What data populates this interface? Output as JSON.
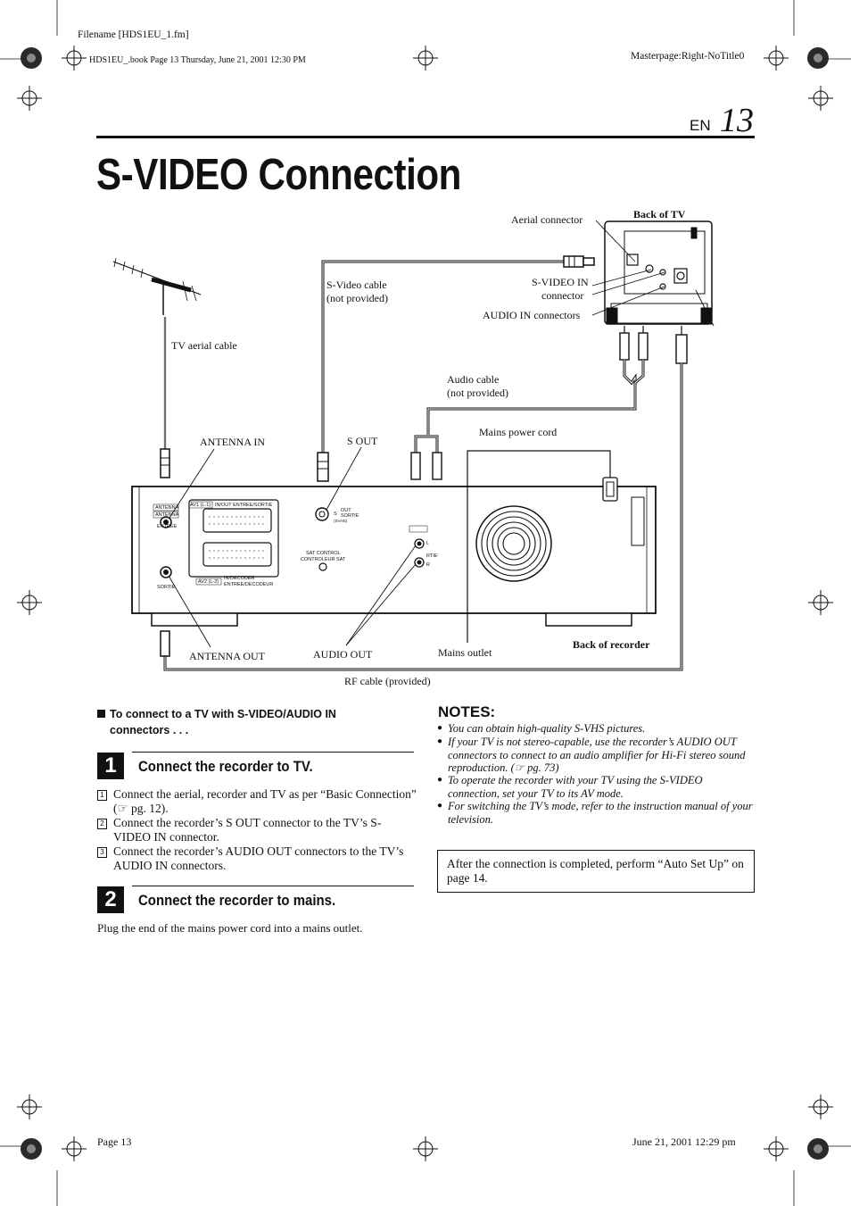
{
  "header": {
    "filename": "Filename [HDS1EU_1.fm]",
    "book_line": "HDS1EU_.book  Page 13  Thursday, June 21, 2001  12:30 PM",
    "masterpage": "Masterpage:Right-NoTitle0"
  },
  "page": {
    "lang": "EN",
    "number": "13",
    "title": "S-VIDEO Connection"
  },
  "diagram": {
    "labels": {
      "aerial_connector": "Aerial connector",
      "back_of_tv": "Back of TV",
      "svideo_cable_1": "S-Video cable",
      "svideo_cable_2": "(not provided)",
      "svideo_in_1": "S-VIDEO IN",
      "svideo_in_2": "connector",
      "audio_in": "AUDIO IN connectors",
      "tv_aerial_cable": "TV aerial cable",
      "audio_cable_1": "Audio cable",
      "audio_cable_2": "(not provided)",
      "antenna_in": "ANTENNA IN",
      "s_out": "S OUT",
      "mains_power_cord": "Mains power cord",
      "antenna_out": "ANTENNA OUT",
      "audio_out": "AUDIO OUT",
      "mains_outlet": "Mains outlet",
      "back_of_recorder": "Back of recorder",
      "rf_cable": "RF cable (provided)"
    },
    "panel": {
      "antenna": "ANTENNA",
      "entree": "ENTREE",
      "sortie": "SORTIE",
      "av1": "AV1 (L-1)",
      "inout": "IN/OUT    ENTREE/SORTIE",
      "av2": "AV2 (L-2)",
      "indecoder": "IN/DECODER",
      "entree_decodeur": "ENTREE/DECODEUR",
      "out": "OUT",
      "sortie2": "SORTIE",
      "svhs": "(SVHS)",
      "s": "S",
      "sat1": "SAT CONTROL",
      "sat2": "CONTROLEUR SAT",
      "l": "L",
      "r": "R",
      "rtie": "RTIE"
    }
  },
  "instructions": {
    "intro": "To connect to a TV with S-VIDEO/AUDIO IN connectors . . .",
    "step1": {
      "num": "1",
      "title": "Connect the recorder to TV.",
      "items": [
        {
          "n": "1",
          "text": "Connect the aerial, recorder and TV as per “Basic Connection” (☞ pg. 12)."
        },
        {
          "n": "2",
          "text": "Connect the recorder’s S OUT connector to the TV’s S-VIDEO IN connector."
        },
        {
          "n": "3",
          "text": "Connect the recorder’s AUDIO OUT connectors to the TV’s AUDIO IN connectors."
        }
      ]
    },
    "step2": {
      "num": "2",
      "title": "Connect the recorder to mains.",
      "text": "Plug the end of the mains power cord into a mains outlet."
    }
  },
  "notes": {
    "title": "NOTES:",
    "items": [
      "You can obtain high-quality S-VHS pictures.",
      "If your TV is not stereo-capable, use the recorder’s AUDIO OUT connectors to connect to an audio amplifier for Hi-Fi stereo sound reproduction. (☞ pg. 73)",
      "To operate the recorder with your TV using the S-VIDEO connection, set your TV to its AV mode.",
      "For switching the TV’s mode, refer to the instruction manual of your television."
    ],
    "info_box": "After the connection is completed, perform “Auto Set Up” on page 14."
  },
  "footer": {
    "page": "Page 13",
    "date": "June 21, 2001 12:29 pm"
  }
}
